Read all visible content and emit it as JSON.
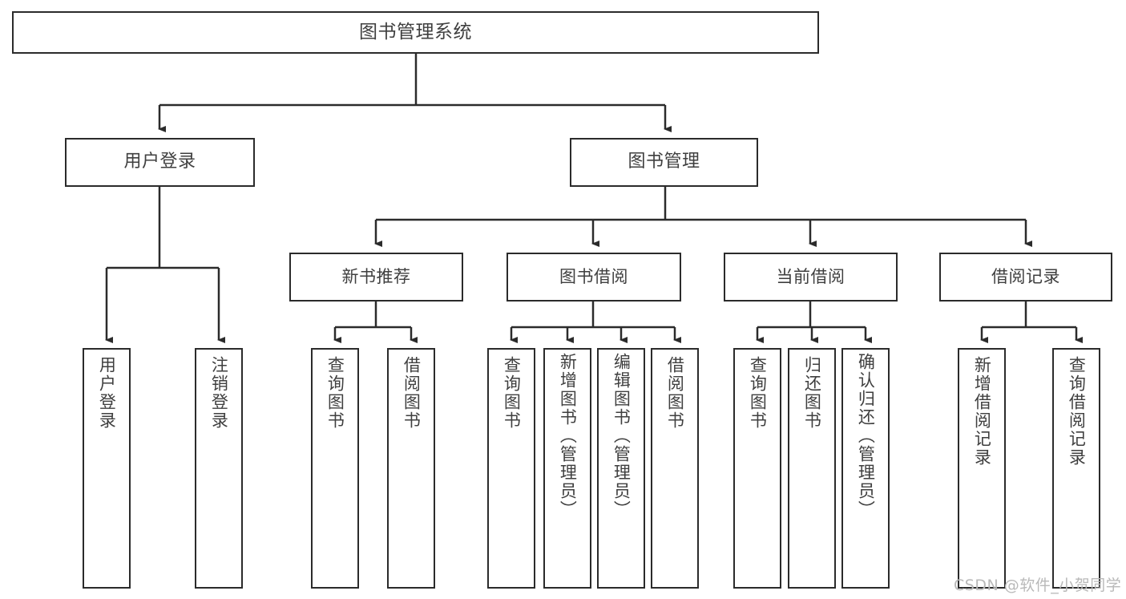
{
  "diagram": {
    "type": "tree",
    "title": "图书管理系统",
    "root": {
      "label": "图书管理系统"
    },
    "level1": [
      {
        "label": "用户登录"
      },
      {
        "label": "图书管理"
      }
    ],
    "level2": [
      {
        "label": "新书推荐"
      },
      {
        "label": "图书借阅"
      },
      {
        "label": "当前借阅"
      },
      {
        "label": "借阅记录"
      }
    ],
    "leaves": {
      "user_login": [
        {
          "label": "用户登录"
        },
        {
          "label": "注销登录"
        }
      ],
      "new_book_recommend": [
        {
          "label": "查询图书"
        },
        {
          "label": "借阅图书"
        }
      ],
      "book_borrow": [
        {
          "label": "查询图书"
        },
        {
          "label": "新增图书（管理员）"
        },
        {
          "label": "编辑图书（管理员）"
        },
        {
          "label": "借阅图书"
        }
      ],
      "current_borrow": [
        {
          "label": "查询图书"
        },
        {
          "label": "归还图书"
        },
        {
          "label": "确认归还（管理员）"
        }
      ],
      "borrow_record": [
        {
          "label": "新增借阅记录"
        },
        {
          "label": "查询借阅记录"
        }
      ]
    }
  },
  "watermark": {
    "text": "CSDN @软件_小贺同学"
  },
  "colors": {
    "border": "#2b2b2b",
    "text": "#3f3f3f",
    "background": "#ffffff",
    "watermark": "#b9b9b9"
  }
}
